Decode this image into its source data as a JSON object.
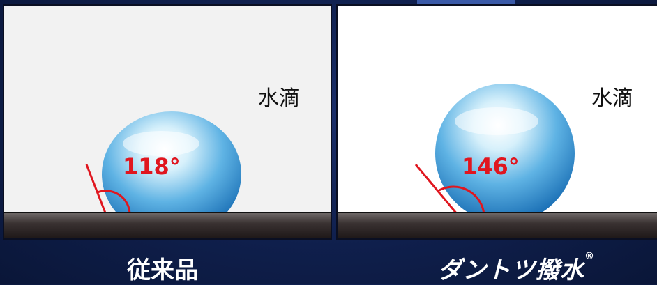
{
  "left": {
    "drop_label": "水滴",
    "angle": "118°",
    "caption": "従来品"
  },
  "right": {
    "drop_label": "水滴",
    "angle": "146°",
    "caption": "ダントツ撥水",
    "registered": "®"
  },
  "colors": {
    "angle_red": "#e0161f",
    "background": "#0f1f4c"
  }
}
